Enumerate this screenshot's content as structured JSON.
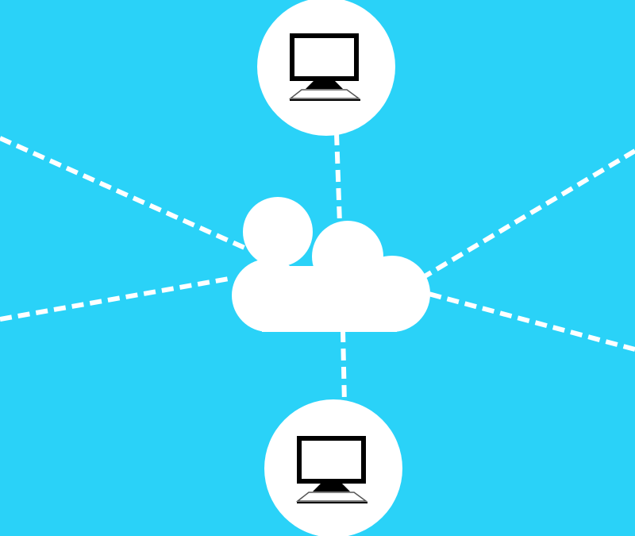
{
  "colors": {
    "background": "#2ad2f8",
    "foreground": "#ffffff",
    "icon": "#000000"
  },
  "nodes": [
    {
      "type": "cloud",
      "icon": "cloud-icon"
    },
    {
      "type": "computer",
      "icon": "desktop-computer-icon",
      "position_label": "top"
    },
    {
      "type": "computer",
      "icon": "desktop-computer-icon",
      "position_label": "bottom"
    }
  ],
  "connections": {
    "style": "dashed",
    "count": 6
  }
}
